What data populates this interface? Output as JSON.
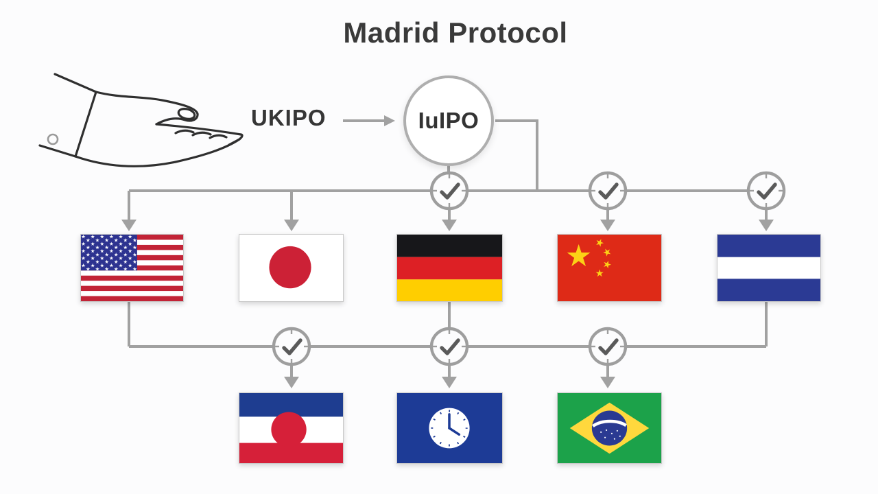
{
  "title": "Madrid Protocol",
  "origin": {
    "label": "UKIPO"
  },
  "hub": {
    "label": "IuIPO"
  },
  "icons": {
    "hand": "offering-hand-icon",
    "check": "check-circle-icon",
    "arrow": "down-arrow-icon",
    "clock": "clock-icon"
  },
  "colors": {
    "background": "#fcfcfd",
    "text_dark": "#3a3a3a",
    "connector_gray": "#a1a1a1",
    "check_mark_gray": "#5a5a5a",
    "hub_border": "#aeaeae"
  },
  "flags_row1": [
    {
      "icon": "usa-flag-icon",
      "colors": {
        "canton": "#2d3390",
        "stripe_red": "#c22336",
        "white": "#ffffff"
      }
    },
    {
      "icon": "japan-flag-icon",
      "colors": {
        "field": "#ffffff",
        "disc": "#cc2136"
      }
    },
    {
      "icon": "germany-flag-icon",
      "colors": {
        "black": "#17171a",
        "red": "#dd2025",
        "gold": "#ffce00"
      }
    },
    {
      "icon": "china-flag-icon",
      "colors": {
        "field": "#de2a17",
        "stars": "#fcd116"
      }
    },
    {
      "icon": "blue-white-blue-flag-icon",
      "colors": {
        "band": "#2b3a94",
        "middle": "#ffffff"
      }
    }
  ],
  "flags_row2": [
    {
      "icon": "blue-white-red-disc-flag-icon",
      "colors": {
        "top": "#1e3d90",
        "middle": "#ffffff",
        "disc": "#d62039",
        "bottom": "#d62039"
      }
    },
    {
      "icon": "clock-flag-icon",
      "colors": {
        "field": "#1d3b96",
        "face": "#ffffff"
      }
    },
    {
      "icon": "brazil-flag-icon",
      "colors": {
        "field": "#1ca24a",
        "rhombus": "#ffd83d",
        "globe": "#2a3a92",
        "band": "#ffffff"
      }
    }
  ]
}
